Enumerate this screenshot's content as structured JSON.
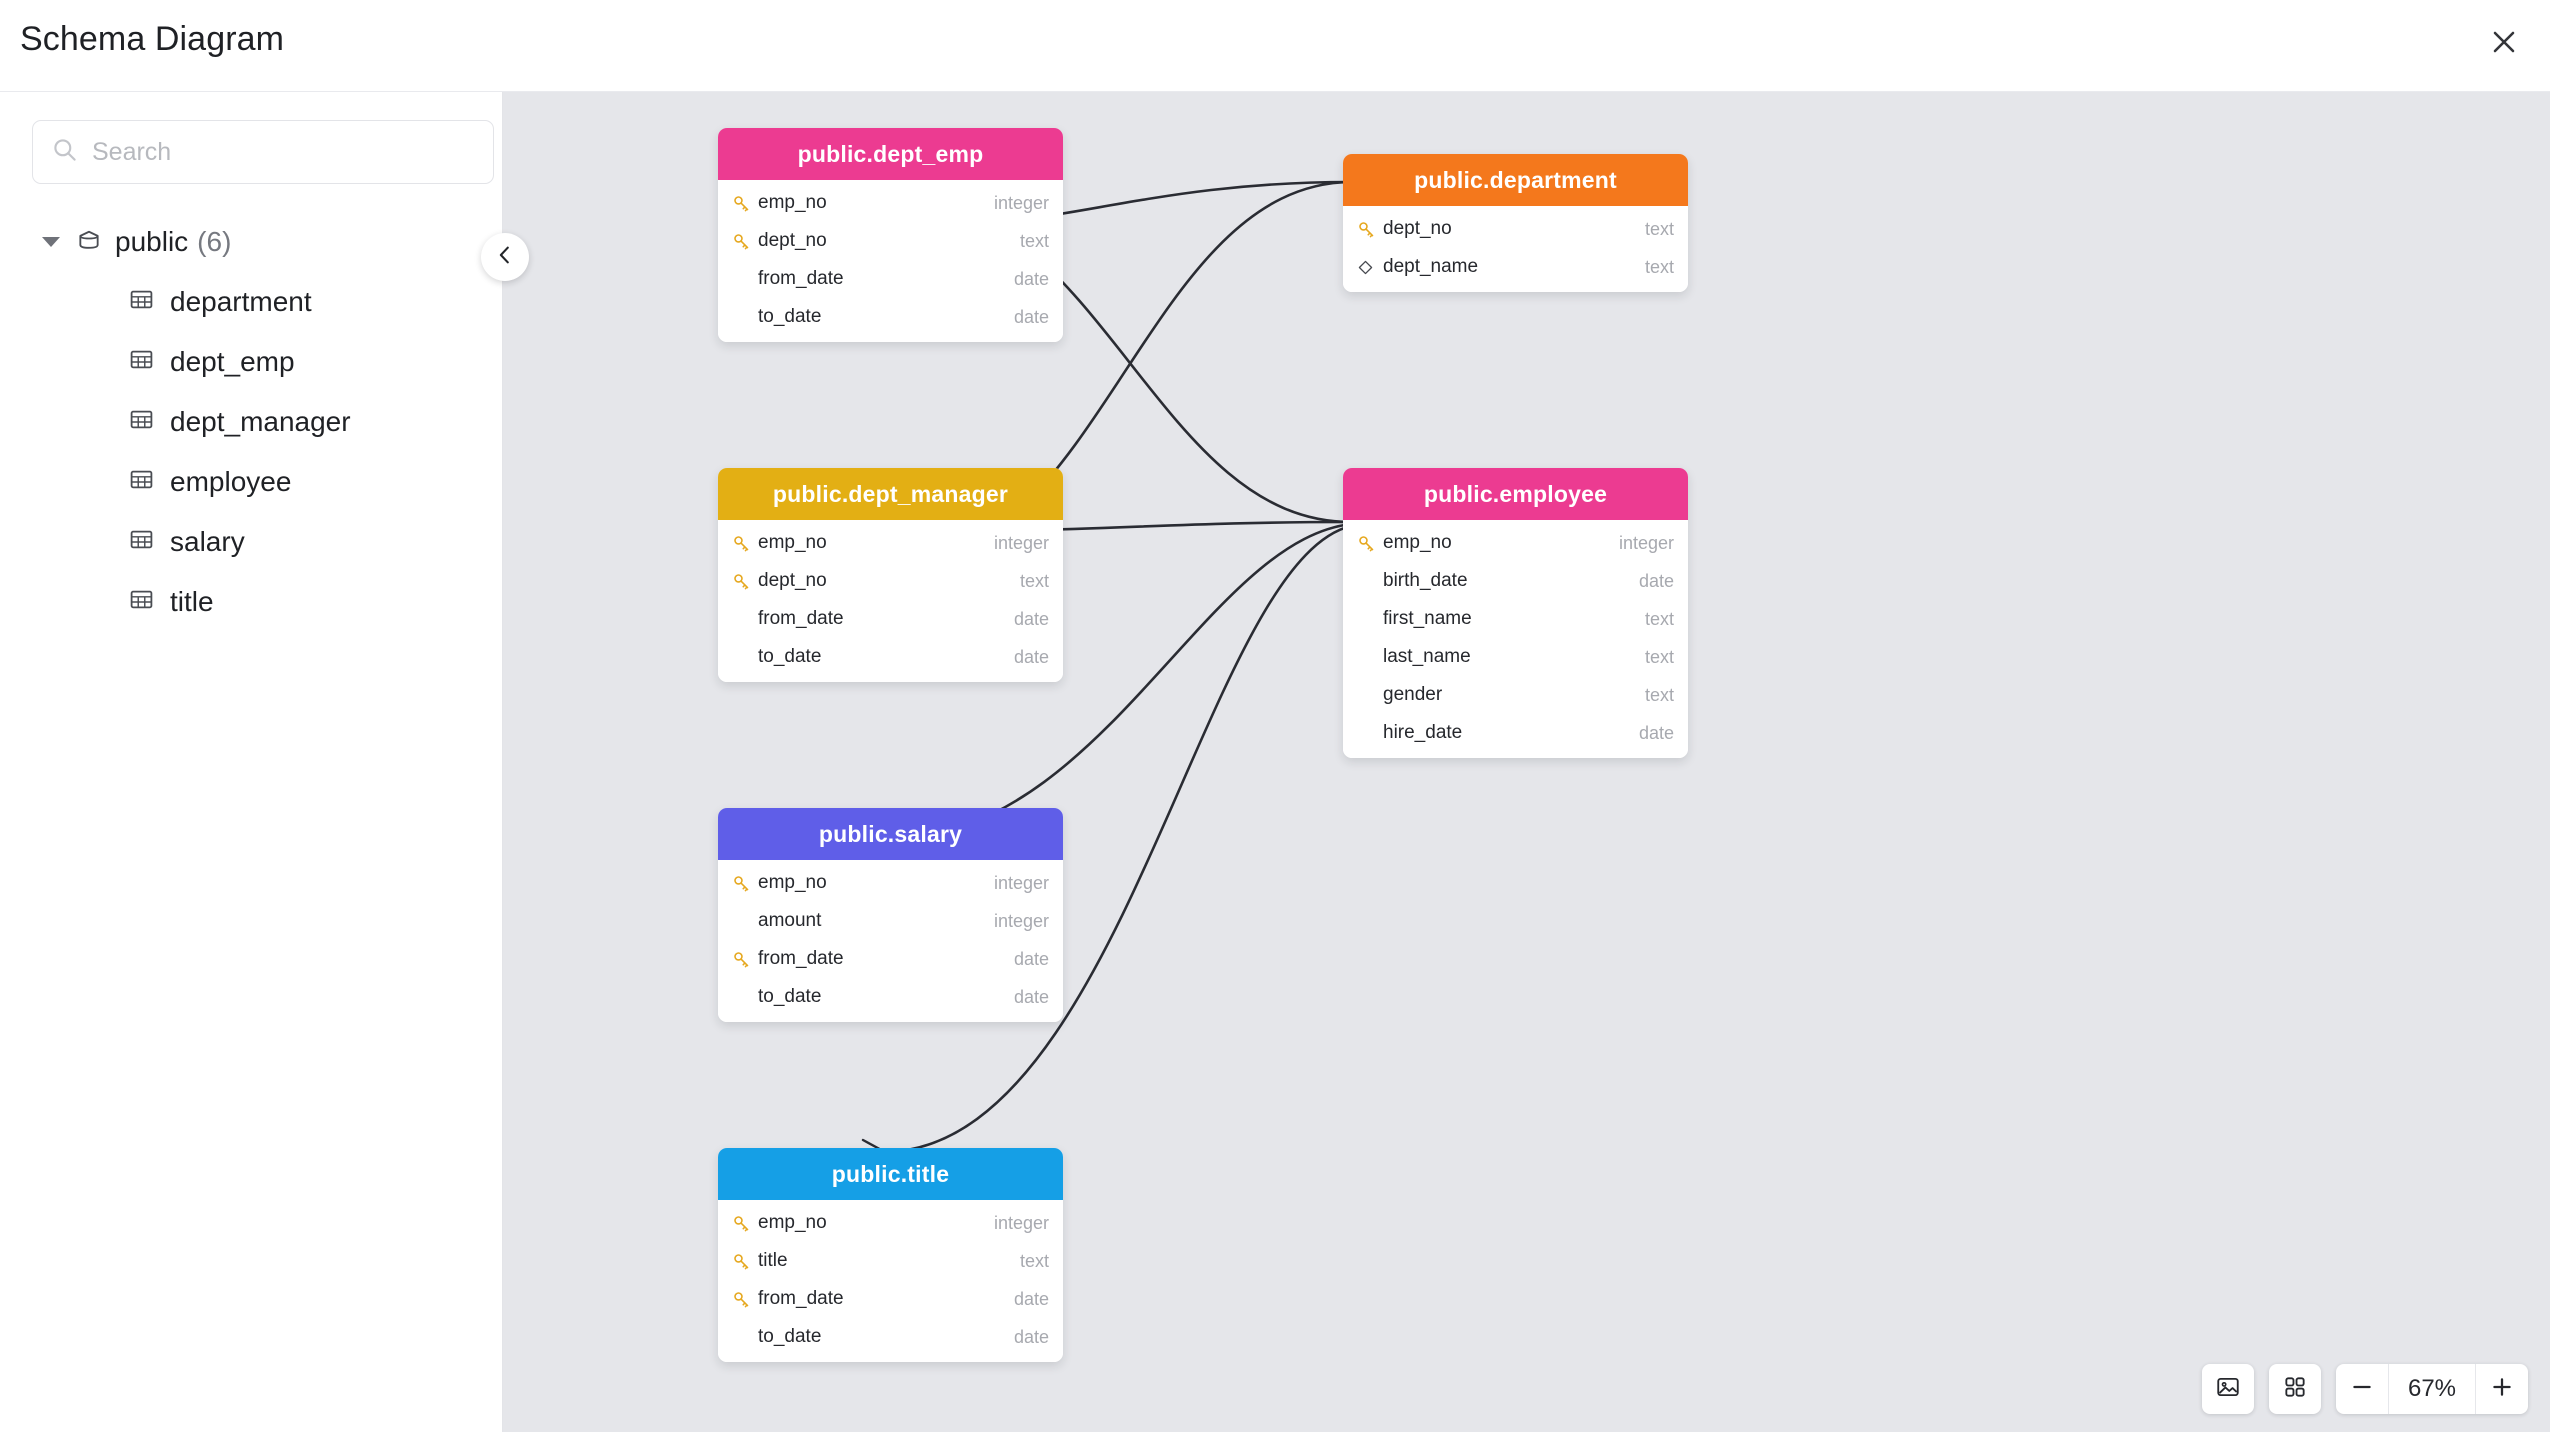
{
  "window": {
    "title": "Schema Diagram",
    "close_icon": "close-icon"
  },
  "sidebar": {
    "search": {
      "placeholder": "Search",
      "value": "",
      "icon": "search-icon"
    },
    "schema": {
      "label": "public",
      "count": "(6)",
      "icon": "database-icon",
      "caret": "caret-down-icon",
      "expanded": true
    },
    "tables": [
      {
        "label": "department",
        "icon": "table-icon"
      },
      {
        "label": "dept_emp",
        "icon": "table-icon"
      },
      {
        "label": "dept_manager",
        "icon": "table-icon"
      },
      {
        "label": "employee",
        "icon": "table-icon"
      },
      {
        "label": "salary",
        "icon": "table-icon"
      },
      {
        "label": "title",
        "icon": "table-icon"
      }
    ],
    "collapse_icon": "chevron-left-icon"
  },
  "canvas": {
    "background_color": "#e5e6ea",
    "nodes": [
      {
        "id": "dept_emp",
        "title": "public.dept_emp",
        "header_color": "#ec3b91",
        "columns": [
          {
            "name": "emp_no",
            "type": "integer",
            "icon": "key-icon"
          },
          {
            "name": "dept_no",
            "type": "text",
            "icon": "key-icon"
          },
          {
            "name": "from_date",
            "type": "date",
            "icon": "none"
          },
          {
            "name": "to_date",
            "type": "date",
            "icon": "none"
          }
        ]
      },
      {
        "id": "department",
        "title": "public.department",
        "header_color": "#f4781c",
        "columns": [
          {
            "name": "dept_no",
            "type": "text",
            "icon": "key-icon"
          },
          {
            "name": "dept_name",
            "type": "text",
            "icon": "diamond-icon"
          }
        ]
      },
      {
        "id": "dept_manager",
        "title": "public.dept_manager",
        "header_color": "#e3af14",
        "columns": [
          {
            "name": "emp_no",
            "type": "integer",
            "icon": "key-icon"
          },
          {
            "name": "dept_no",
            "type": "text",
            "icon": "key-icon"
          },
          {
            "name": "from_date",
            "type": "date",
            "icon": "none"
          },
          {
            "name": "to_date",
            "type": "date",
            "icon": "none"
          }
        ]
      },
      {
        "id": "employee",
        "title": "public.employee",
        "header_color": "#ec3b91",
        "columns": [
          {
            "name": "emp_no",
            "type": "integer",
            "icon": "key-icon"
          },
          {
            "name": "birth_date",
            "type": "date",
            "icon": "none"
          },
          {
            "name": "first_name",
            "type": "text",
            "icon": "none"
          },
          {
            "name": "last_name",
            "type": "text",
            "icon": "none"
          },
          {
            "name": "gender",
            "type": "text",
            "icon": "none"
          },
          {
            "name": "hire_date",
            "type": "date",
            "icon": "none"
          }
        ]
      },
      {
        "id": "salary",
        "title": "public.salary",
        "header_color": "#5f5ee8",
        "columns": [
          {
            "name": "emp_no",
            "type": "integer",
            "icon": "key-icon"
          },
          {
            "name": "amount",
            "type": "integer",
            "icon": "none"
          },
          {
            "name": "from_date",
            "type": "date",
            "icon": "key-icon"
          },
          {
            "name": "to_date",
            "type": "date",
            "icon": "none"
          }
        ]
      },
      {
        "id": "title",
        "title": "public.title",
        "header_color": "#159fe6",
        "columns": [
          {
            "name": "emp_no",
            "type": "integer",
            "icon": "key-icon"
          },
          {
            "name": "title",
            "type": "text",
            "icon": "key-icon"
          },
          {
            "name": "from_date",
            "type": "date",
            "icon": "key-icon"
          },
          {
            "name": "to_date",
            "type": "date",
            "icon": "none"
          }
        ]
      }
    ],
    "relations": [
      {
        "from": "dept_emp.dept_no",
        "to": "department.dept_no"
      },
      {
        "from": "dept_emp.emp_no",
        "to": "employee.emp_no"
      },
      {
        "from": "dept_manager.dept_no",
        "to": "department.dept_no"
      },
      {
        "from": "dept_manager.emp_no",
        "to": "employee.emp_no"
      },
      {
        "from": "salary.emp_no",
        "to": "employee.emp_no"
      },
      {
        "from": "title.emp_no",
        "to": "employee.emp_no"
      }
    ]
  },
  "toolbar": {
    "export_image_icon": "image-icon",
    "layout_grid_icon": "grid-icon",
    "zoom_out_icon": "minus-icon",
    "zoom_in_icon": "plus-icon",
    "zoom_level": "67%"
  }
}
